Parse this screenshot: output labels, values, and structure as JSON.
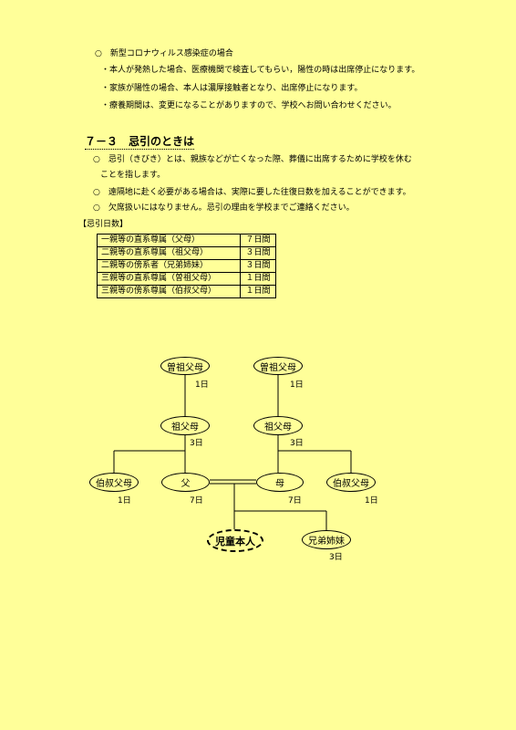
{
  "covid": {
    "title": "○　新型コロナウィルス感染症の場合",
    "lines": [
      "・本人が発熱した場合、医療機関で検査してもらい，陽性の時は出席停止になります。",
      "・家族が陽性の場合、本人は濃厚接触者となり、出席停止になります。",
      "・療養期間は、変更になることがありますので、学校へお問い合わせください。"
    ]
  },
  "section": {
    "heading": "７－３　忌引のときは",
    "bullet1_line1": "○　忌引（きびき）とは、親族などが亡くなった際、葬儀に出席するために学校を休む",
    "bullet1_line2": "ことを指します。",
    "bullet2": "○　遠隔地に赴く必要がある場合は、実際に要した往復日数を加えることができます。",
    "bullet3": "○　欠席扱いにはなりません。忌引の理由を学校までご連絡ください。"
  },
  "days_table": {
    "label": "【忌引日数】",
    "rows": [
      {
        "relation": "一親等の直系尊属（父母）",
        "days": "７日間"
      },
      {
        "relation": "二親等の直系尊属（祖父母）",
        "days": "３日間"
      },
      {
        "relation": "二親等の傍系者（兄弟姉妹）",
        "days": "３日間"
      },
      {
        "relation": "三親等の直系尊属（曽祖父母）",
        "days": "１日間"
      },
      {
        "relation": "三親等の傍系尊属（伯叔父母）",
        "days": "１日間"
      }
    ]
  },
  "tree": {
    "great_grandparents_left": {
      "name": "曽祖父母",
      "days": "1日"
    },
    "great_grandparents_right": {
      "name": "曽祖父母",
      "days": "1日"
    },
    "grandparents_left": {
      "name": "祖父母",
      "days": "3日"
    },
    "grandparents_right": {
      "name": "祖父母",
      "days": "3日"
    },
    "uncle_aunt_left": {
      "name": "伯叔父母",
      "days": "1日"
    },
    "father": {
      "name": "父",
      "days": "7日"
    },
    "mother": {
      "name": "母",
      "days": "7日"
    },
    "uncle_aunt_right": {
      "name": "伯叔父母",
      "days": "1日"
    },
    "self": {
      "name": "児童本人"
    },
    "siblings": {
      "name": "兄弟姉妹",
      "days": "3日"
    }
  }
}
